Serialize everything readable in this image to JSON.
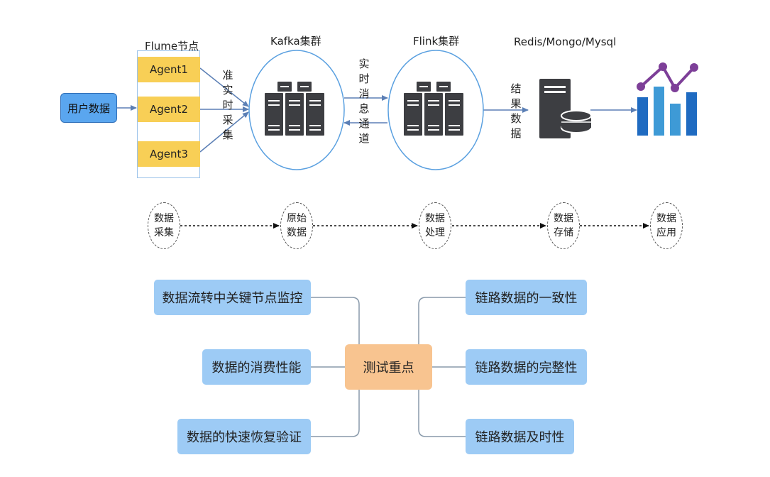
{
  "pipeline": {
    "user_data": "用户数据",
    "flume_title": "Flume节点",
    "agents": [
      "Agent1",
      "Agent2",
      "Agent3"
    ],
    "collect_label": "准实时采集",
    "kafka_title": "Kafka集群",
    "flink_title": "Flink集群",
    "channel_label": "实时消息通道",
    "storage_title": "Redis/Mongo/Mysql",
    "result_label": "结果数据"
  },
  "stages": [
    "数据采集",
    "原始数据",
    "数据处理",
    "数据存储",
    "数据应用"
  ],
  "mindmap": {
    "center": "测试重点",
    "left": [
      "数据流转中关键节点监控",
      "数据的消费性能",
      "数据的快速恢复验证"
    ],
    "right": [
      "链路数据的一致性",
      "链路数据的完整性",
      "链路数据及时性"
    ]
  },
  "colors": {
    "user_box": "#5aa6ef",
    "agent": "#f8cf56",
    "mindmap_node": "#9dcbf5",
    "center_node": "#f8c490",
    "server": "#3d3e42",
    "bar_dark_blue": "#1f6bc1",
    "bar_light_blue": "#3e9ad6",
    "trend_line": "#7d3f98"
  },
  "icons": [
    "server-cluster-icon",
    "server-cluster-icon",
    "database-server-icon",
    "bar-chart-icon"
  ]
}
